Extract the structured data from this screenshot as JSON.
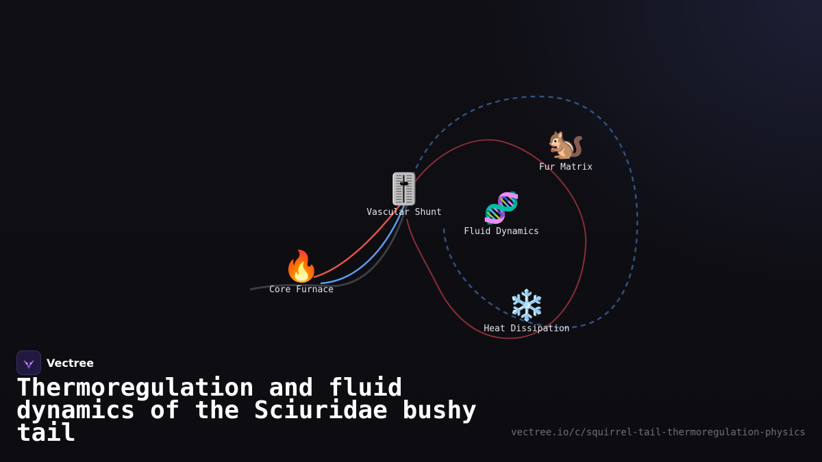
{
  "brand": {
    "name": "Vectree",
    "logo_icon": "vectree-logo-icon"
  },
  "title": "Thermoregulation and fluid dynamics of the Sciuridae bushy tail",
  "url": "vectree.io/c/squirrel-tail-thermoregulation-physics",
  "nodes": {
    "core": {
      "icon": "🔥",
      "label": "Core Furnace"
    },
    "shunt": {
      "icon": "🎚️",
      "label": "Vascular Shunt"
    },
    "fur": {
      "icon": "🐿️",
      "label": "Fur Matrix"
    },
    "fluid": {
      "icon": "🧬",
      "label": "Fluid Dynamics"
    },
    "heat": {
      "icon": "❄️",
      "label": "Heat Dissipation"
    }
  },
  "colors": {
    "background": "#0f0f14",
    "red_link": "#e5534b",
    "blue_link": "#5b9cf0",
    "gray_link": "#3a3d44",
    "dark_red_loop": "#8a2e35",
    "dashed_blue_loop": "#2f5283"
  }
}
